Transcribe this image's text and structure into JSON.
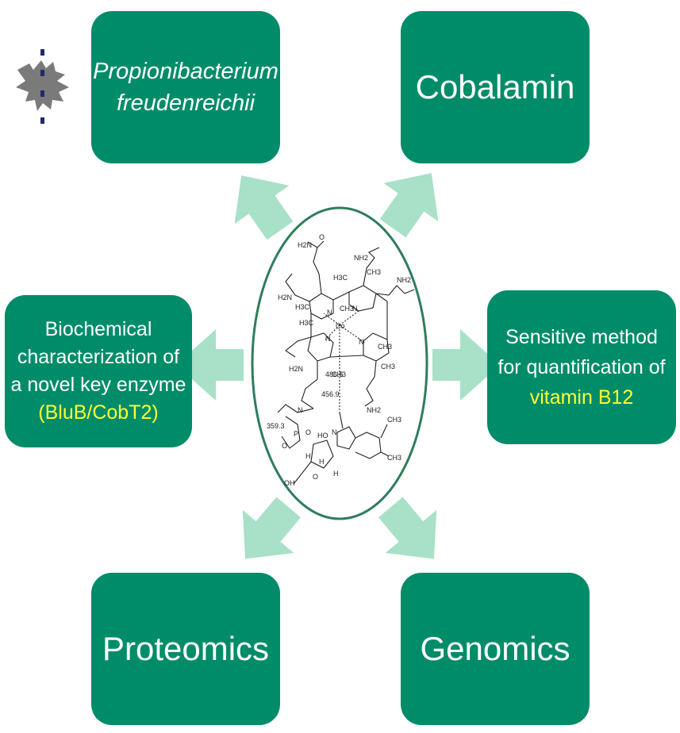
{
  "colors": {
    "box": "#008c69",
    "arrow": "#a8e0c8",
    "highlight": "#ffff33",
    "ellipse_stroke": "#2f7d5b"
  },
  "boxes": {
    "propionibacterium": {
      "line1": "Propionibacterium",
      "line2": "freudenreichii"
    },
    "cobalamin": {
      "label": "Cobalamin"
    },
    "biochemical": {
      "line1": "Biochemical",
      "line2": "characterization of",
      "line3": "a novel key enzyme",
      "line4": "(BluB/CobT2)"
    },
    "sensitive": {
      "line1": "Sensitive method",
      "line2": "for quantification of",
      "line3": "vitamin B12"
    },
    "proteomics": {
      "label": "Proteomics"
    },
    "genomics": {
      "label": "Genomics"
    }
  },
  "molecule": {
    "labels": {
      "h2n_top": "H2N",
      "nh2_left": "H2N",
      "o_top": "O",
      "nh2_top_right": "NH2",
      "nh2_right": "NH2",
      "h3c_1": "H3C",
      "h3c_2": "H3C",
      "h3c_3": "H3C",
      "ch3_1": "CH3",
      "ch3_2": "CH3",
      "ch3_3": "CH3",
      "co": "Co",
      "n1": "N",
      "n2": "N",
      "n3": "N",
      "n4": "N",
      "n5": "N",
      "n6": "N",
      "h2n_mid": "H2N",
      "nh2_bottom": "NH2",
      "m1": "486.5",
      "m2": "456.9",
      "m3": "359.3",
      "h_1": "H",
      "h_2": "H",
      "h_3": "H",
      "ho": "HO",
      "p": "P",
      "o_1": "O",
      "o_2": "O",
      "o_3": "O",
      "oh": "OH",
      "ch3_4": "CH3",
      "ch3_5": "CH3"
    }
  }
}
